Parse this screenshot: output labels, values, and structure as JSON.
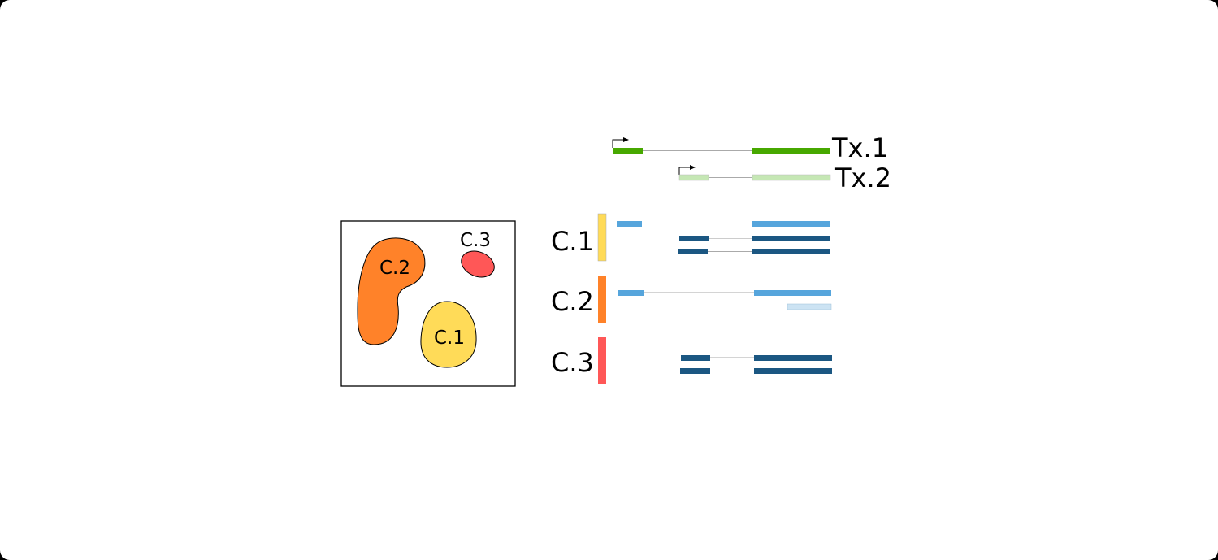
{
  "transcripts": [
    {
      "label": "Tx.1",
      "color": "#47A800"
    },
    {
      "label": "Tx.2",
      "color": "#C5E7B4"
    }
  ],
  "clusters": [
    {
      "label": "C.1",
      "color": "#FFDB58"
    },
    {
      "label": "C.2",
      "color": "#FF8229"
    },
    {
      "label": "C.3",
      "color": "#FF5757"
    }
  ],
  "read_colors": {
    "light": "#56A5DC",
    "dark": "#1B5782",
    "pale": "#CCE3F3"
  }
}
